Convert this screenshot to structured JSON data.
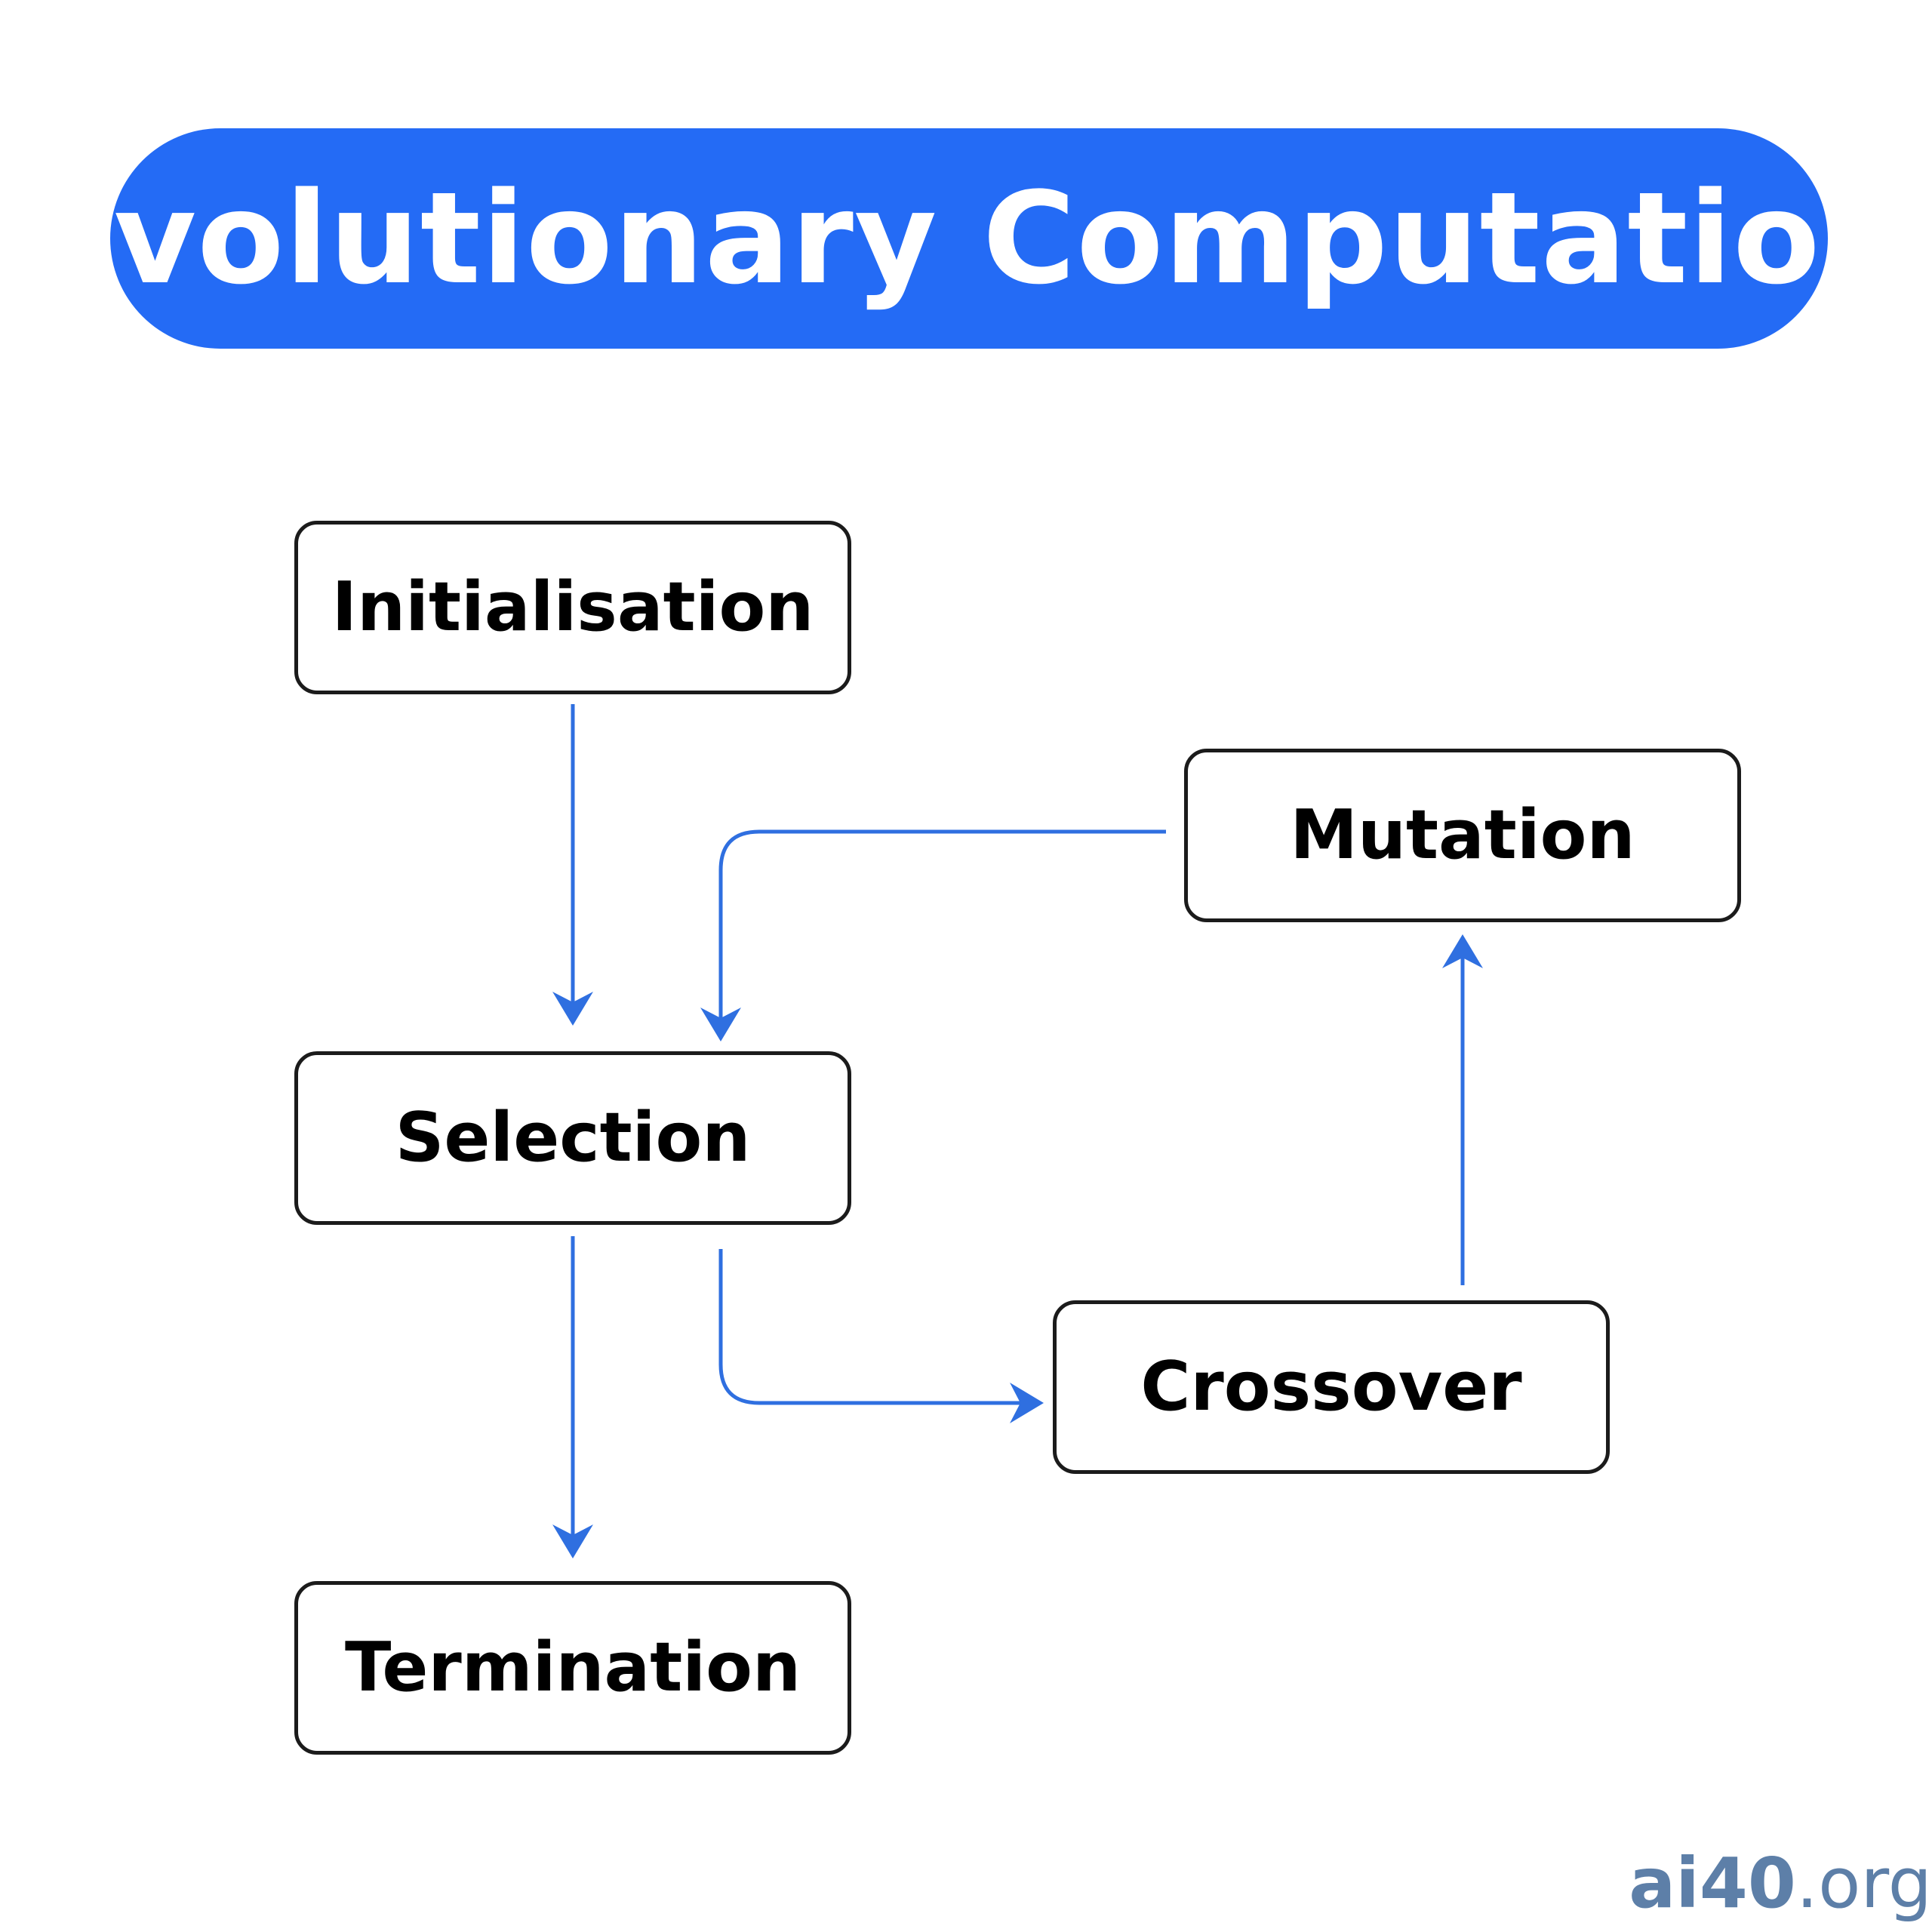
{
  "title": "Evolutionary Computation",
  "colors": {
    "accent": "#246bf5",
    "arrow": "#2f6fe0",
    "node_border": "#1b1b1b",
    "watermark": "#5d7fa8"
  },
  "nodes": {
    "initialisation": {
      "label": "Initialisation"
    },
    "selection": {
      "label": "Selection"
    },
    "termination": {
      "label": "Termination"
    },
    "mutation": {
      "label": "Mutation"
    },
    "crossover": {
      "label": "Crossover"
    }
  },
  "edges": [
    {
      "from": "initialisation",
      "to": "selection"
    },
    {
      "from": "selection",
      "to": "termination"
    },
    {
      "from": "selection",
      "to": "crossover"
    },
    {
      "from": "crossover",
      "to": "mutation"
    },
    {
      "from": "mutation",
      "to": "selection"
    }
  ],
  "watermark": {
    "brand": "ai40",
    "tld": ".org"
  }
}
